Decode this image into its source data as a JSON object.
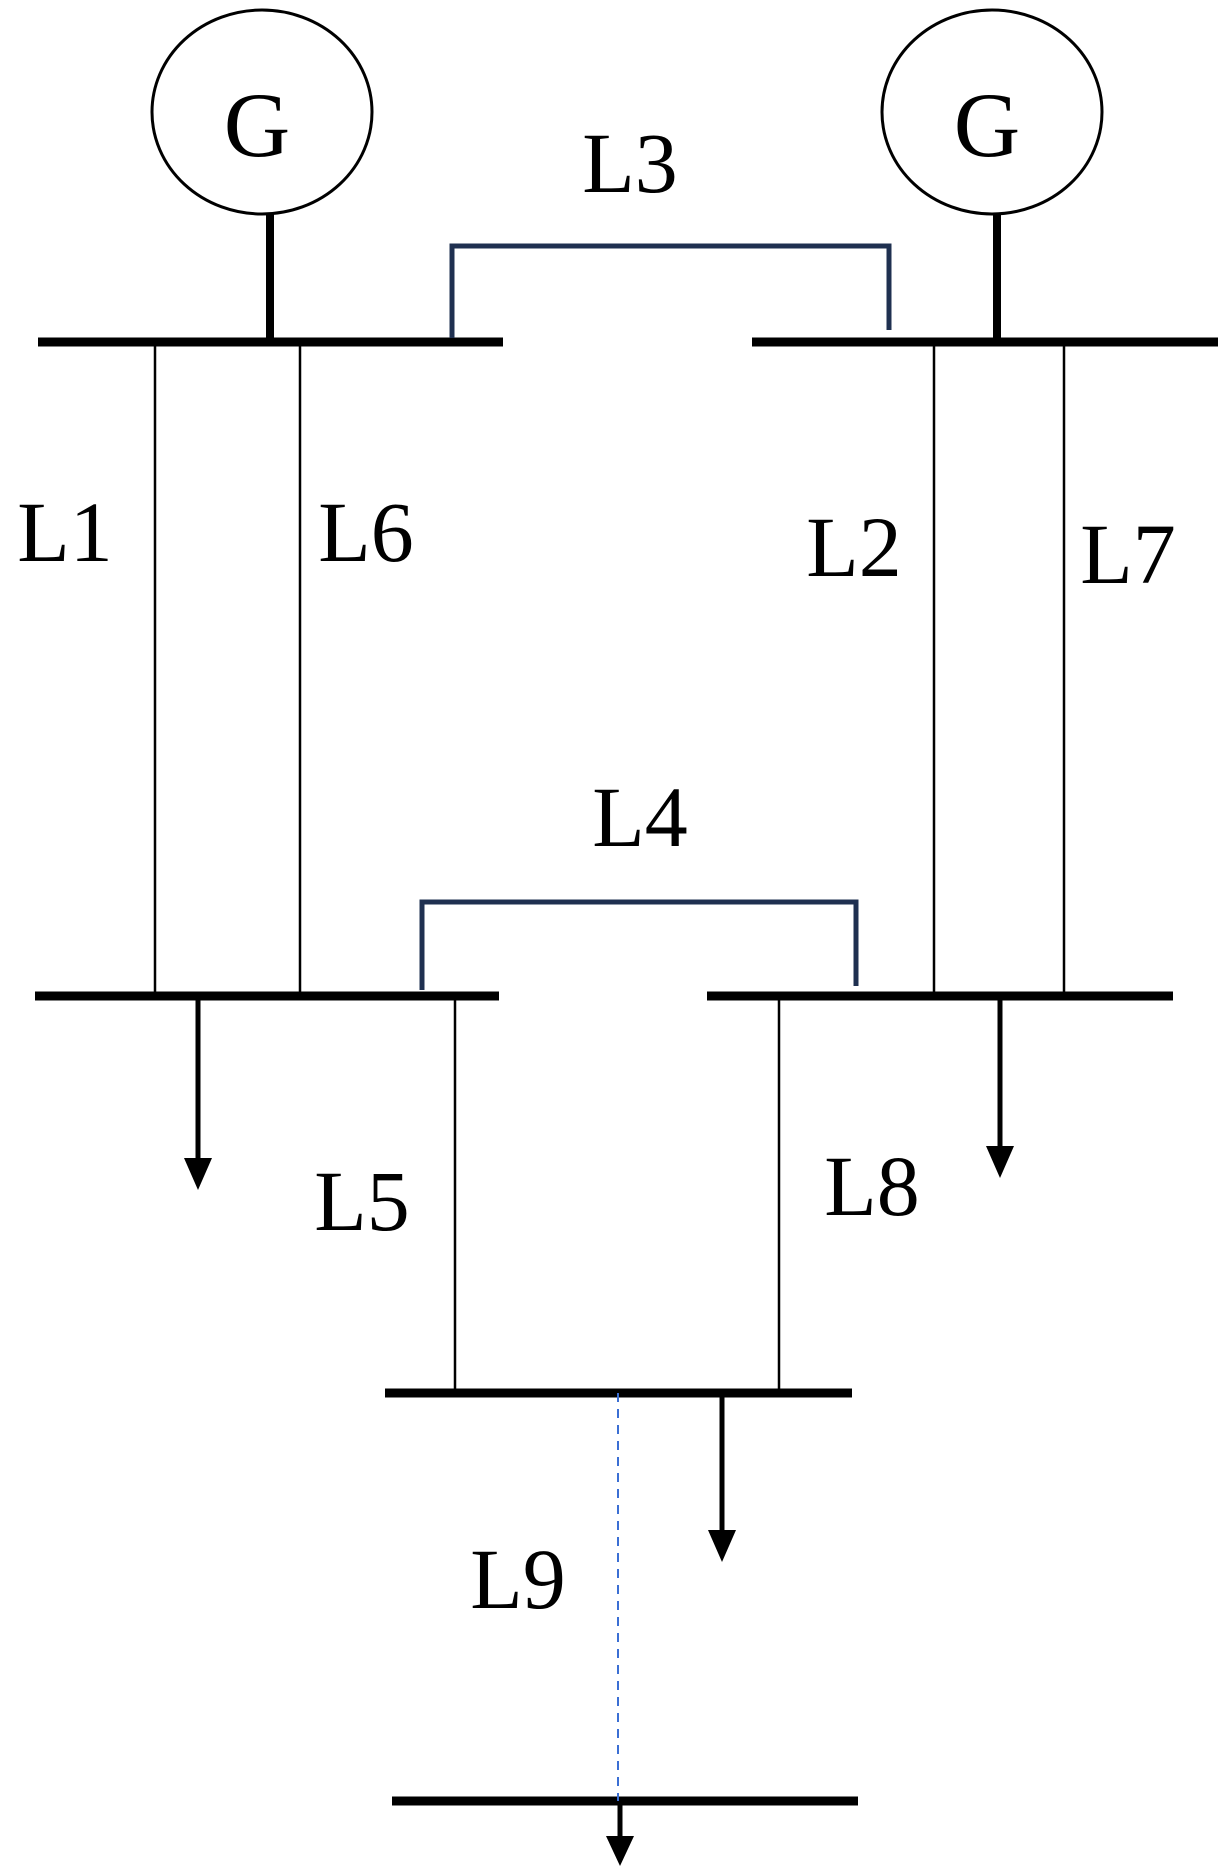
{
  "generators": [
    {
      "id": "gen-left",
      "label": "G"
    },
    {
      "id": "gen-right",
      "label": "G"
    }
  ],
  "lines": [
    {
      "id": "L1",
      "label": "L1"
    },
    {
      "id": "L2",
      "label": "L2"
    },
    {
      "id": "L3",
      "label": "L3"
    },
    {
      "id": "L4",
      "label": "L4"
    },
    {
      "id": "L5",
      "label": "L5"
    },
    {
      "id": "L6",
      "label": "L6"
    },
    {
      "id": "L7",
      "label": "L7"
    },
    {
      "id": "L8",
      "label": "L8"
    },
    {
      "id": "L9",
      "label": "L9"
    }
  ],
  "colors": {
    "bus": "#000000",
    "line": "#000000",
    "tie_line": "#1f3050",
    "open_line": "#3b6fd4"
  }
}
